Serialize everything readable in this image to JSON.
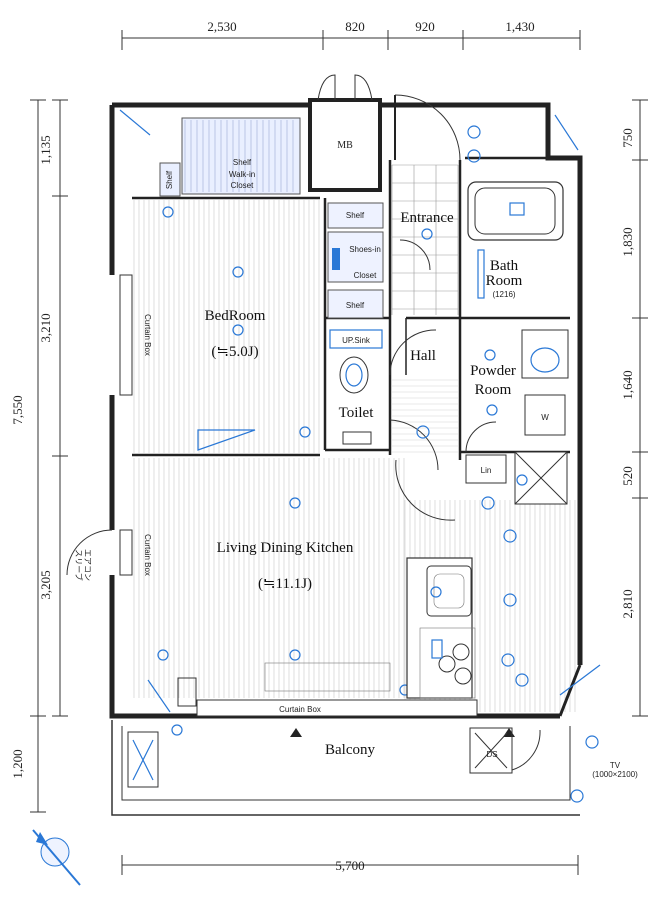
{
  "dimensions": {
    "top": [
      "2,530",
      "820",
      "920",
      "1,430"
    ],
    "bottom": "5,700",
    "left_outer": "7,550",
    "left_total_balcony": "1,200",
    "left_upper": [
      "1,135",
      "3,210",
      "3,205"
    ],
    "right": [
      "750",
      "1,830",
      "1,640",
      "520",
      "2,810"
    ]
  },
  "rooms": {
    "bedroom": "BedRoom",
    "bedroom_size": "(≒5.0J)",
    "ldk": "Living Dining Kitchen",
    "ldk_size": "(≒11.1J)",
    "entrance": "Entrance",
    "bath_1": "Bath",
    "bath_2": "Room",
    "bath_size": "(1216)",
    "hall": "Hall",
    "powder_1": "Powder",
    "powder_2": "Room",
    "toilet": "Toilet",
    "balcony": "Balcony"
  },
  "labels": {
    "mb": "MB",
    "shelf_1": "Shelf",
    "shelf_2": "Shelf",
    "shelf_3": "Shelf",
    "shelf_4": "Shelf",
    "walkin": "Walk-in",
    "closet": "Closet",
    "shoes_1": "Shoes-in",
    "shoes_2": "Closet",
    "up_sink": "UP.Sink",
    "wm": "W",
    "lin": "Lin",
    "curtain_box_bottom": "Curtain Box",
    "curtain_box_left_1": "Curtain Box",
    "curtain_box_left_2": "Curtain Box",
    "aircon_note": "エアコン\nスリーブ",
    "outlet_note": "TV\n(1000×2100)",
    "ds": "DS"
  },
  "colors": {
    "accent_blue": "#2a78d6",
    "closet_fill": "#dfeafd"
  }
}
